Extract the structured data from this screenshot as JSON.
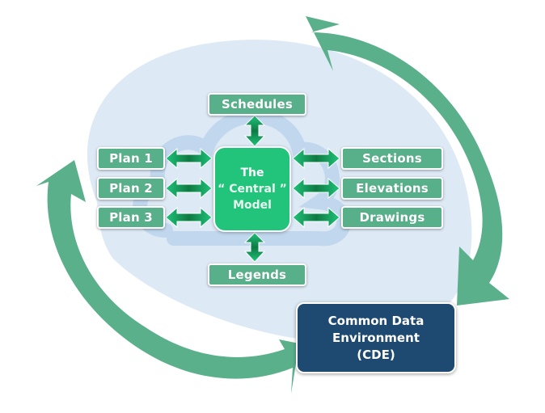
{
  "diagram": {
    "central_model": {
      "line1": "The",
      "line2": "“ Central ”",
      "line3": "Model"
    },
    "top_node": "Schedules",
    "bottom_node": "Legends",
    "left_nodes": [
      "Plan 1",
      "Plan 2",
      "Plan 3"
    ],
    "right_nodes": [
      "Sections",
      "Elevations",
      "Drawings"
    ],
    "cde": {
      "line1": "Common Data",
      "line2": "Environment",
      "line3": "(CDE)"
    },
    "cycle_arrows": [
      "right-arrow-clockwise-down",
      "left-arrow-clockwise-up"
    ]
  },
  "colors": {
    "node_green": "#58b08a",
    "central_green": "#22c47c",
    "arrow_green": "#1fb36a",
    "cycle_green": "#5ab08a",
    "cloud_light": "#dde9f5",
    "cloud_outline": "#bcd5ec",
    "cde_navy": "#1e4a72"
  }
}
